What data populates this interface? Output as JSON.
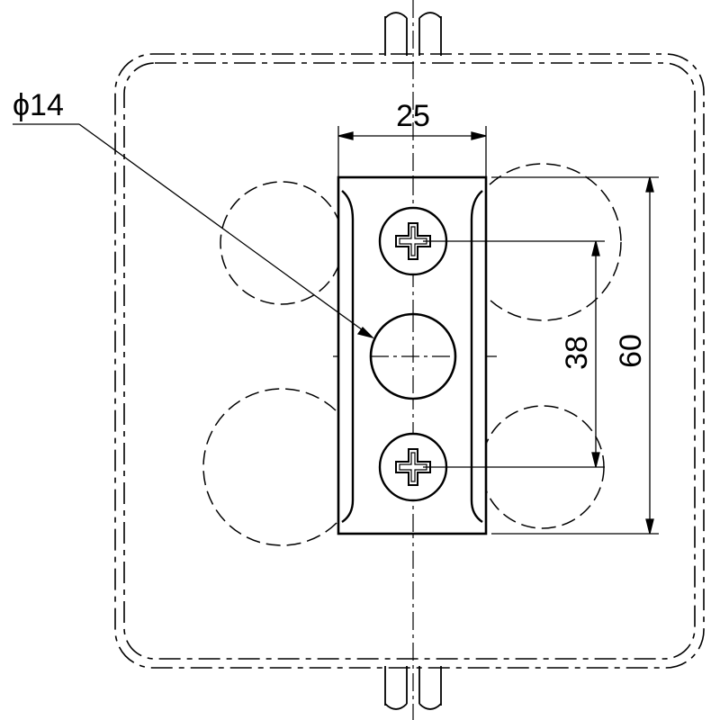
{
  "dimensions": {
    "hole_diameter": "ϕ14",
    "width": "25",
    "screw_pitch": "38",
    "height": "60"
  }
}
